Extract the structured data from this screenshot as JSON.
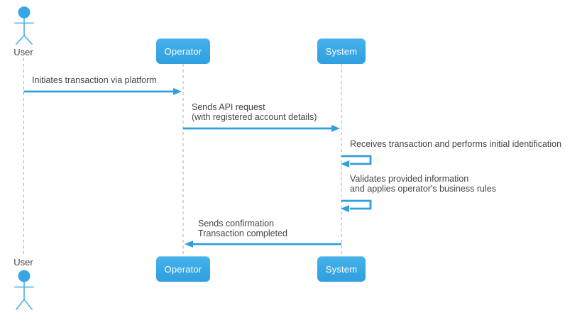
{
  "participants": {
    "user_top": {
      "label": "User"
    },
    "operator_top": {
      "label": "Operator"
    },
    "system_top": {
      "label": "System"
    },
    "user_bottom": {
      "label": "User"
    },
    "operator_bottom": {
      "label": "Operator"
    },
    "system_bottom": {
      "label": "System"
    }
  },
  "messages": [
    {
      "from": "User",
      "to": "Operator",
      "lines": [
        "Initiates transaction via platform"
      ]
    },
    {
      "from": "Operator",
      "to": "System",
      "lines": [
        "Sends API request",
        "(with registered account details)"
      ]
    },
    {
      "from": "System",
      "to": "System",
      "lines": [
        "Receives transaction and performs initial identification"
      ]
    },
    {
      "from": "System",
      "to": "System",
      "lines": [
        "Validates provided information",
        "and applies operator's business rules"
      ]
    },
    {
      "from": "System",
      "to": "Operator",
      "lines": [
        "Sends confirmation",
        "Transaction completed"
      ]
    }
  ],
  "colors": {
    "accent_blue": "#319fdd",
    "box_gradient_top": "#47b1ea",
    "box_gradient_bottom": "#2f9fe0",
    "actor_head": "#36a6e4",
    "actor_limbs": "#5cb6ea",
    "lifeline_gray": "#ababab",
    "label_text": "#454545",
    "box_text": "#ffffff",
    "background": "#ffffff"
  }
}
